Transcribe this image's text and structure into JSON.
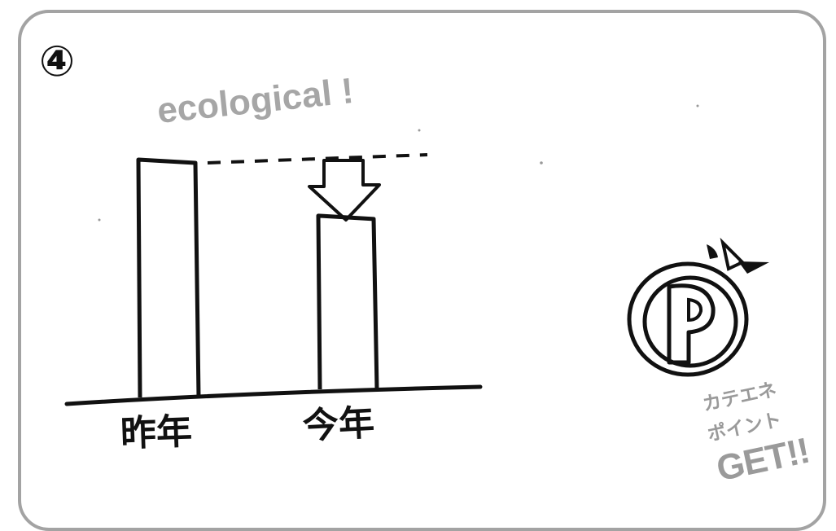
{
  "step": {
    "number": "④"
  },
  "headline": "ecological !",
  "chart_data": {
    "type": "bar",
    "categories": [
      "昨年",
      "今年"
    ],
    "values": [
      100,
      73
    ],
    "ylim": [
      0,
      100
    ]
  },
  "badge": {
    "icon": "p-coin-icon",
    "line1": "カテエネ",
    "line2": "ポイント",
    "line3": "GET!!"
  },
  "colors": {
    "ink": "#111111",
    "grey": "#a6a6a6",
    "frame": "#a3a3a3"
  }
}
